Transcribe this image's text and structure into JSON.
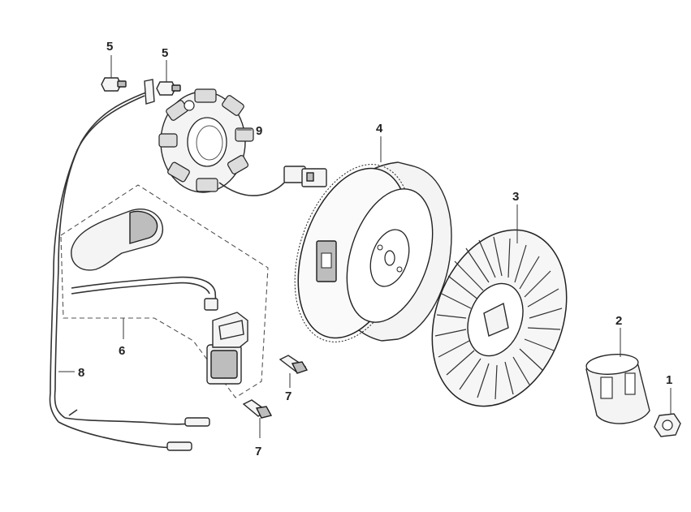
{
  "callouts": {
    "c1": "1",
    "c2": "2",
    "c3": "3",
    "c4": "4",
    "c5a": "5",
    "c5b": "5",
    "c6": "6",
    "c7a": "7",
    "c7b": "7",
    "c8": "8",
    "c9": "9"
  },
  "colors": {
    "line": "#2a2a2a",
    "fill": "#f4f4f4",
    "shade": "#bdbdbd"
  }
}
